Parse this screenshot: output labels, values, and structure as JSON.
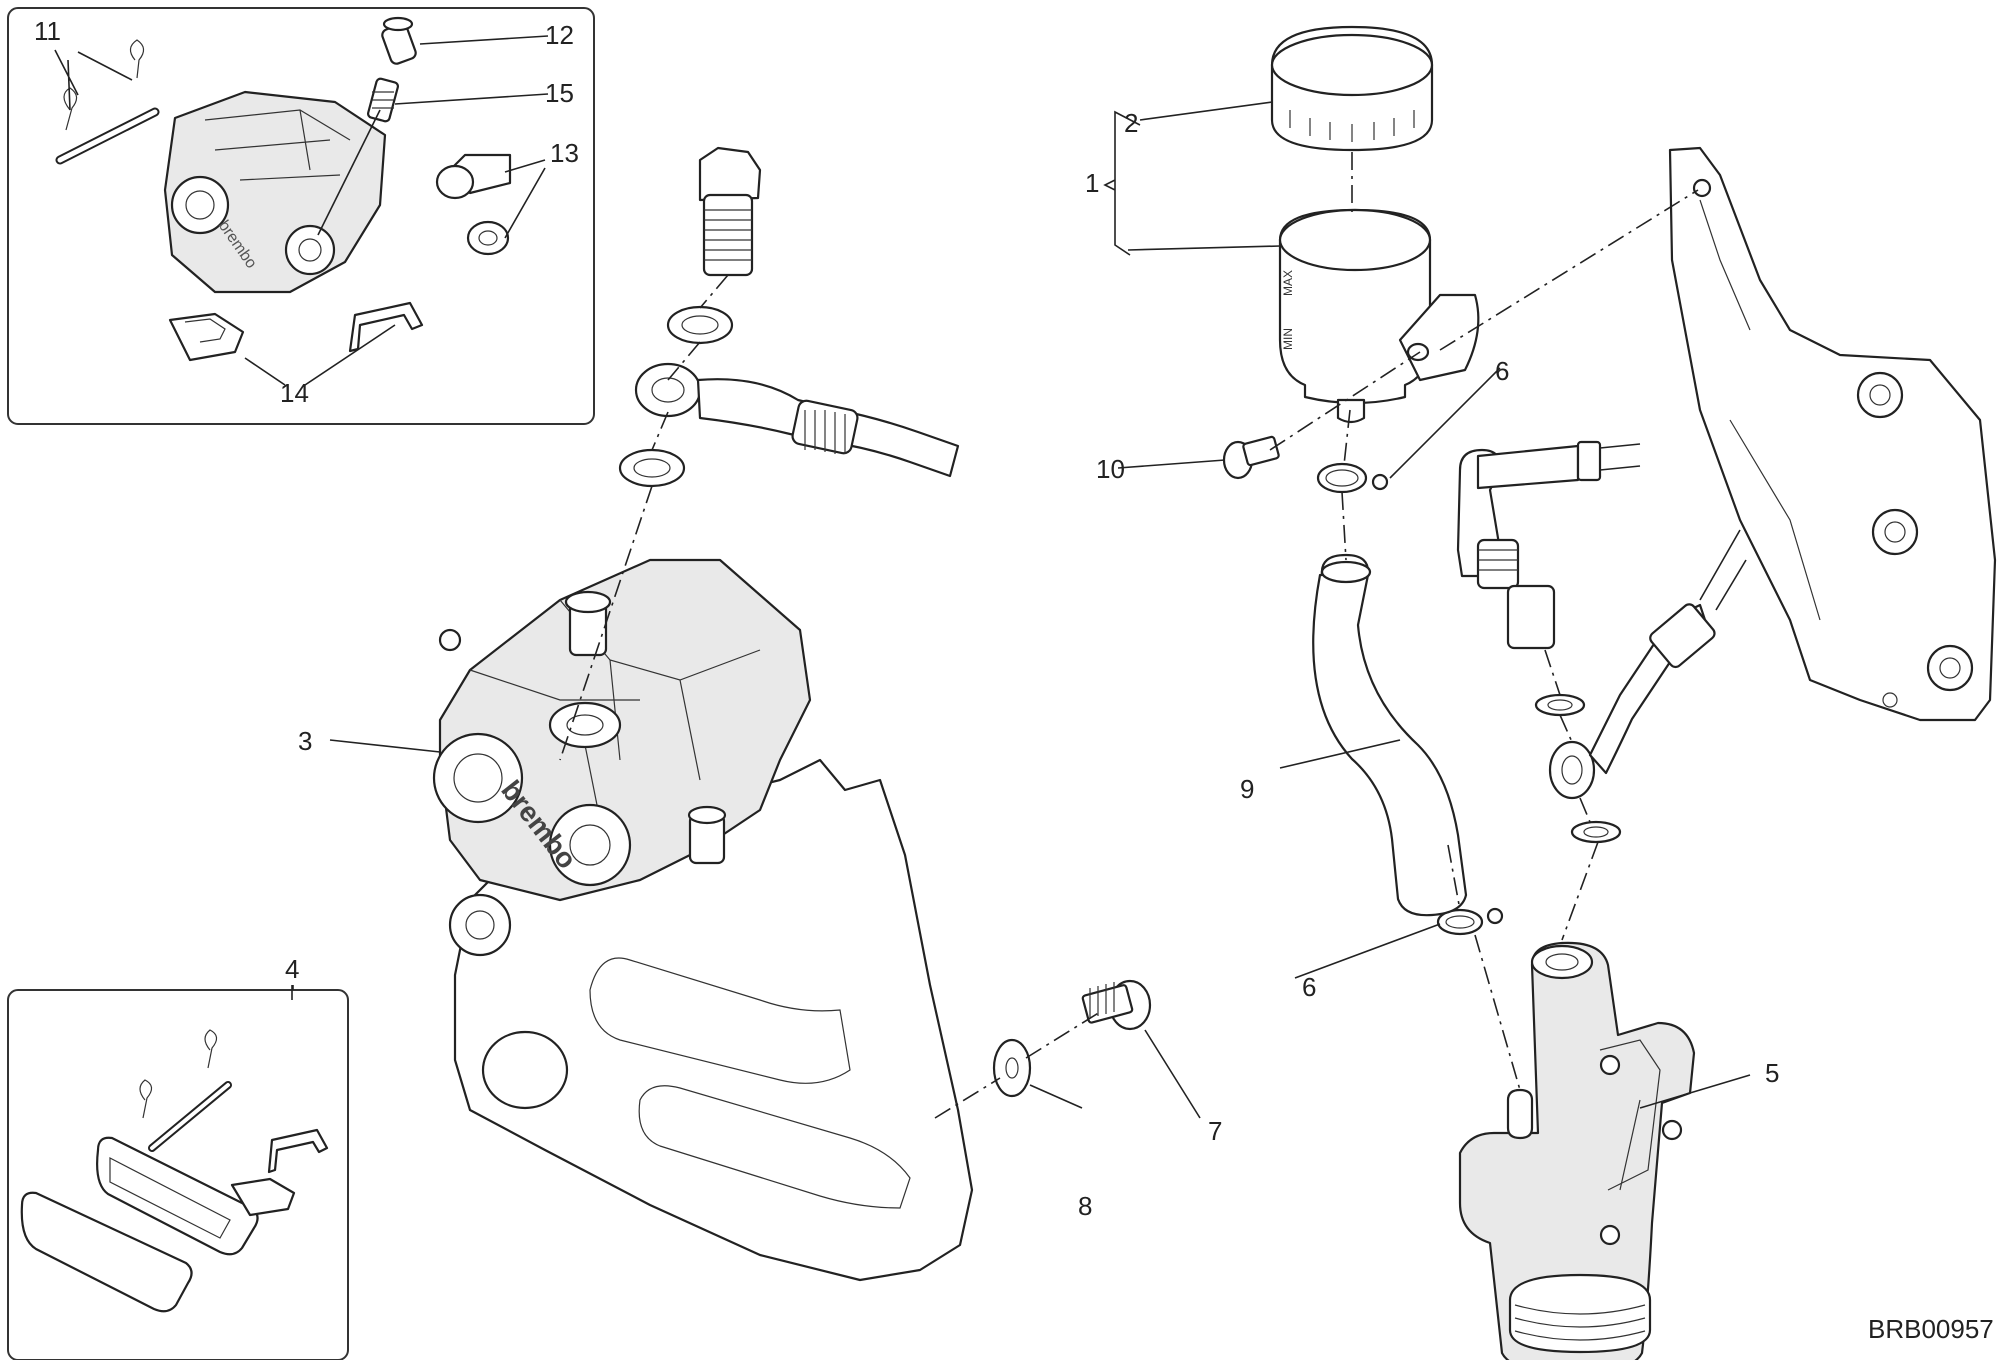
{
  "diagram": {
    "drawing_code": "BRB00957",
    "callouts": {
      "c1": "1",
      "c2": "2",
      "c3": "3",
      "c4": "4",
      "c5": "5",
      "c6a": "6",
      "c6b": "6",
      "c7": "7",
      "c8": "8",
      "c9": "9",
      "c10": "10",
      "c11": "11",
      "c12": "12",
      "c13": "13",
      "c14": "14",
      "c15": "15"
    },
    "reservoir": {
      "label_top": "MAX",
      "label_bottom": "MIN"
    },
    "brand_logo": "brembo"
  }
}
